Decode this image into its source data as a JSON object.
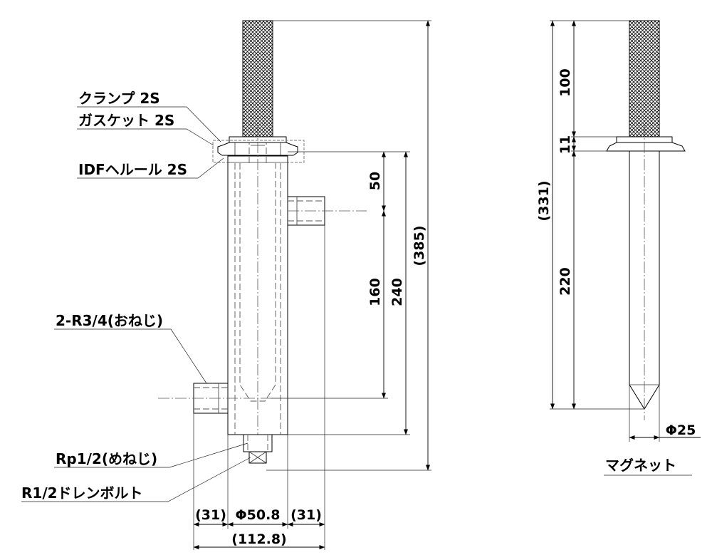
{
  "labels": {
    "clamp": "クランプ 2S",
    "gasket": "ガスケット 2S",
    "ferrule": "IDFヘルール 2S",
    "male_thread": "2-R3/4(おねじ)",
    "female_thread": "Rp1/2(めねじ)",
    "drain_bolt": "R1/2ドレンボルト",
    "magnet": "マグネット"
  },
  "dimensions": {
    "d50": "50",
    "d160": "160",
    "d240": "240",
    "d385": "(385)",
    "side_left": "(31)",
    "bore": "Φ50.8",
    "side_right": "(31)",
    "overall_width": "(112.8)",
    "m100": "100",
    "m11": "11",
    "m220": "220",
    "m331": "(331)",
    "m_dia": "Φ25"
  }
}
